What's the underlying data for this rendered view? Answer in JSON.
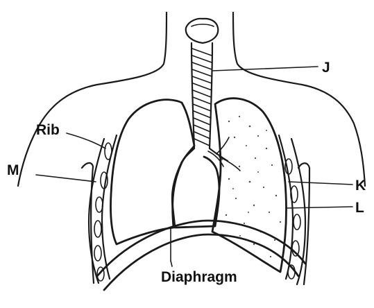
{
  "labels": {
    "j": "J",
    "rib": "Rib",
    "m": "M",
    "k": "K",
    "l": "L",
    "diaphragm": "Diaphragm"
  }
}
